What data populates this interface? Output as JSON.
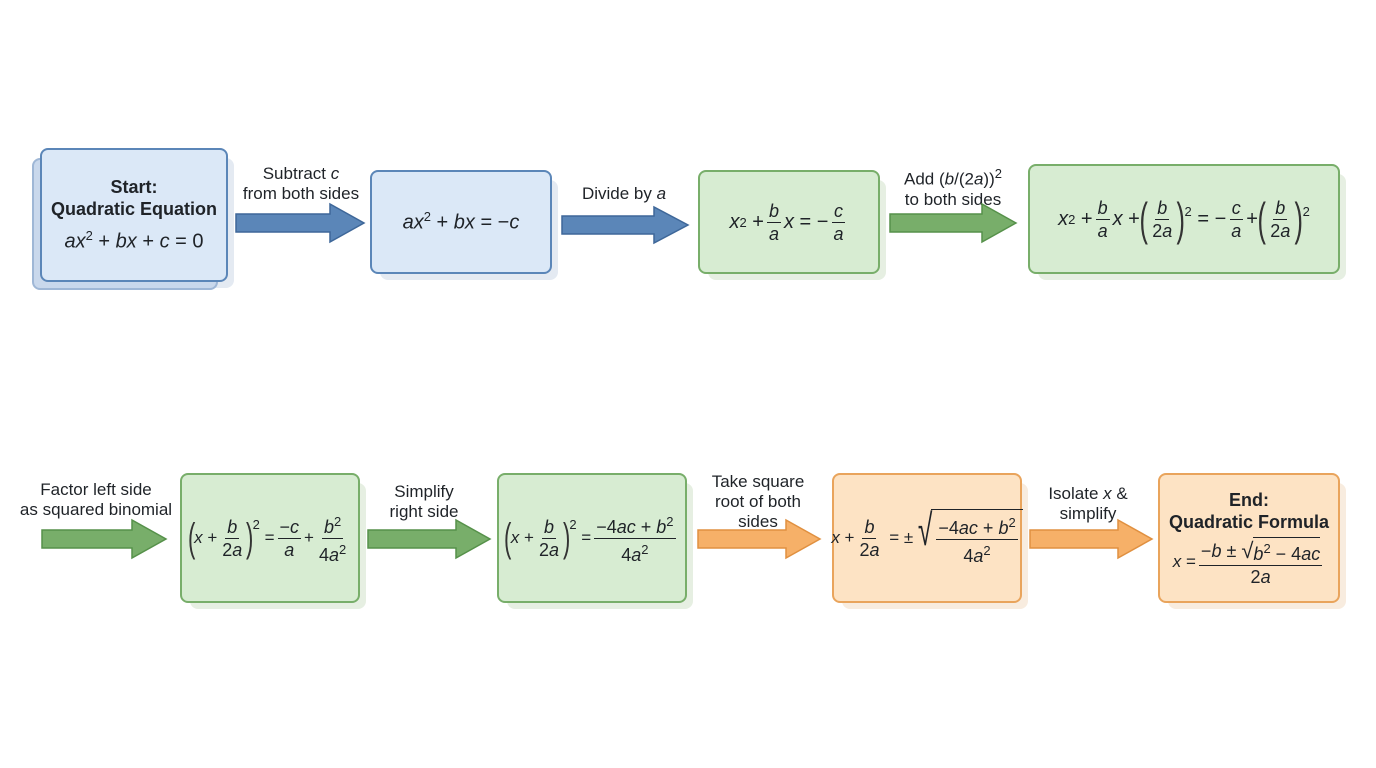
{
  "colors": {
    "blue": "#5b86b8",
    "green": "#78ae6a",
    "orange": "#e9a45c"
  },
  "row1": {
    "start": {
      "title_line1": "Start:",
      "title_line2": "Quadratic Equation",
      "equation": "ax^2 + bx + c = 0"
    },
    "step1_label": {
      "line1": "Subtract c",
      "line2": "from both sides"
    },
    "box2": {
      "equation": "ax^2 + bx = −c"
    },
    "step2_label": {
      "line1": "Divide by a"
    },
    "box3": {
      "equation": "x^2 + (b/a)x = −c/a"
    },
    "step3_label": {
      "line1": "Add (b/(2a))^2",
      "line2": "to both sides"
    },
    "box4": {
      "equation": "x^2 + (b/a)x + (b/2a)^2 = −c/a + (b/2a)^2"
    }
  },
  "row2": {
    "step4_label": {
      "line1": "Factor left side",
      "line2": "as squared binomial"
    },
    "box5": {
      "equation": "(x + b/2a)^2 = −c/a + b^2/4a^2"
    },
    "step5_label": {
      "line1": "Simplify",
      "line2": "right side"
    },
    "box6": {
      "equation": "(x + b/2a)^2 = (−4ac + b^2)/4a^2"
    },
    "step6_label": {
      "line1": "Take square",
      "line2": "root of both",
      "line3": "sides"
    },
    "box7": {
      "equation": "x + b/2a = ±√((−4ac + b^2)/4a^2)"
    },
    "step7_label": {
      "line1": "Isolate x &",
      "line2": "simplify"
    },
    "end": {
      "title_line1": "End:",
      "title_line2": "Quadratic Formula",
      "equation": "x = (−b ± √(b^2 − 4ac))/2a"
    }
  }
}
